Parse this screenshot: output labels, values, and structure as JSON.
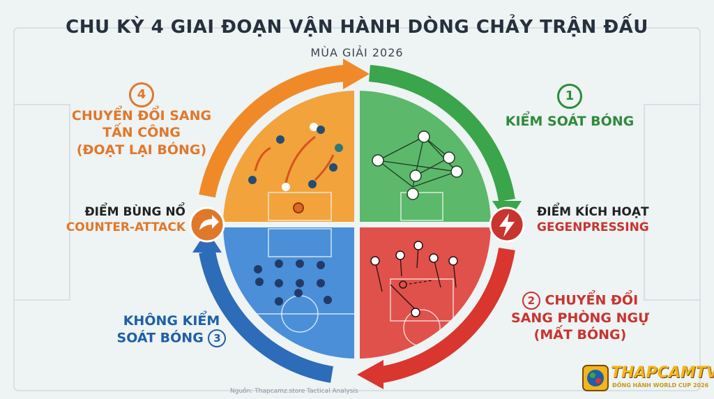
{
  "title": "CHU KỲ 4 GIAI ĐOẠN VẬN HÀNH DÒNG CHẢY TRẬN ĐẤU",
  "subtitle": "MÙA GIẢI 2026",
  "phases": {
    "p1": {
      "number": "1",
      "line1": "KIỂM SOÁT BÓNG"
    },
    "p2": {
      "number": "2",
      "line1": "CHUYỂN ĐỔI",
      "line2": "SANG PHÒNG NGỰ",
      "line3": "(MẤT BÓNG)"
    },
    "p3": {
      "number": "3",
      "line1": "KHÔNG KIỂM",
      "line2": "SOÁT BÓNG"
    },
    "p4": {
      "number": "4",
      "line1": "CHUYỂN ĐỔI SANG",
      "line2": "TẤN CÔNG",
      "line3": "(ĐOẠT LẠI BÓNG)"
    }
  },
  "triggers": {
    "left": {
      "line1": "ĐIỂM BÙNG NỔ",
      "line2": "COUNTER-ATTACK"
    },
    "right": {
      "line1": "ĐIỂM KÍCH HOẠT",
      "line2": "GEGENPRESSING"
    }
  },
  "source": "Nguồn: Thapcamz.store Tactical Analysis",
  "logo": {
    "name": "THAPCAMTV",
    "tagline": "ĐỒNG HÀNH WORLD CUP 2026"
  },
  "colors": {
    "orange": "#f2a33c",
    "green": "#5cb86a",
    "red": "#e0514b",
    "blue": "#4a8fd8"
  }
}
